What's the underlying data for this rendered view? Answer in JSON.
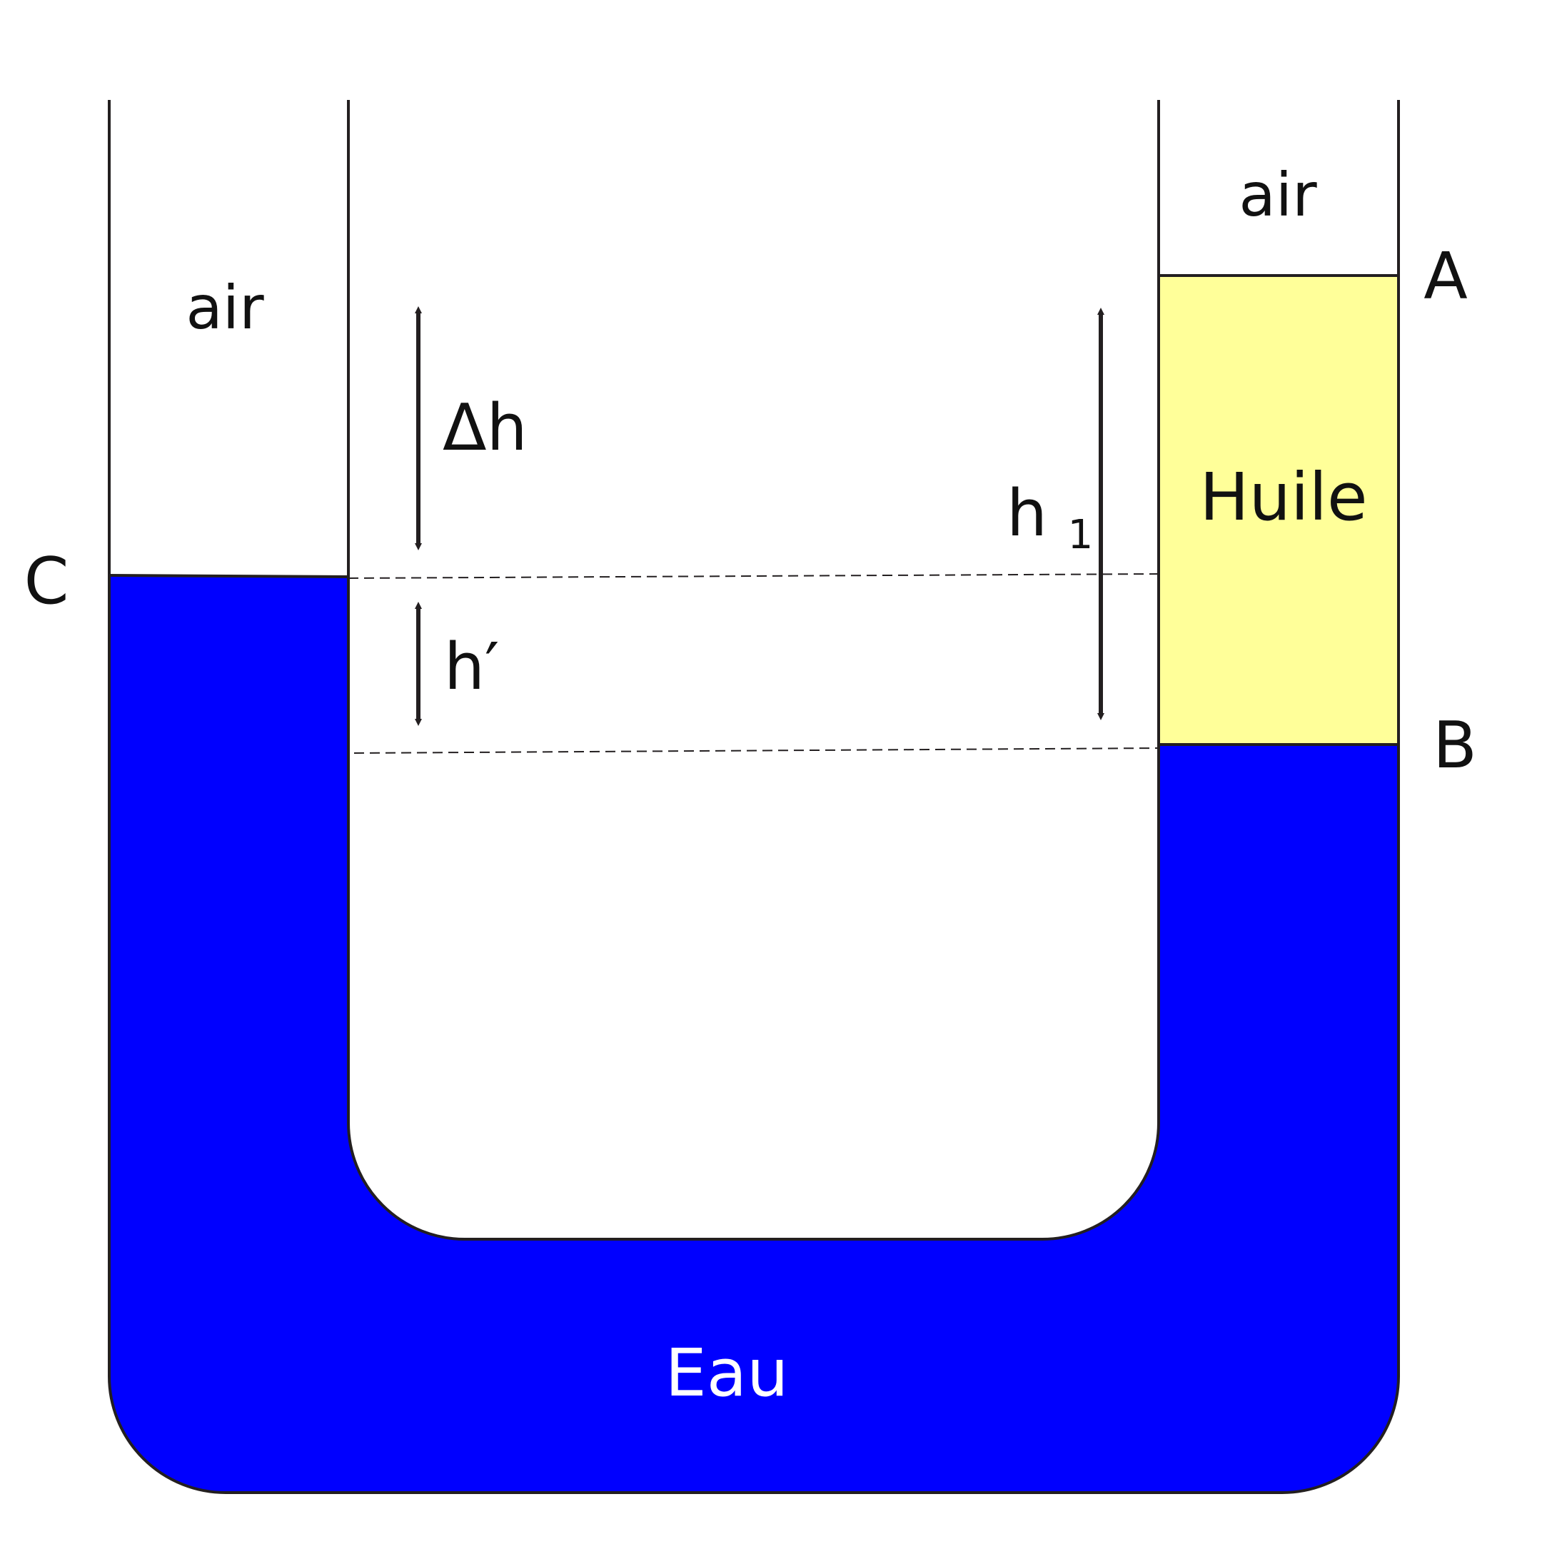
{
  "labels": {
    "air_left": "air",
    "air_right": "air",
    "oil": "Huile",
    "water": "Eau",
    "point_a": "A",
    "point_b": "B",
    "point_c": "C",
    "delta_h": "Δh",
    "h1_main": "h",
    "h1_sub": "1",
    "h_prime": "h′"
  },
  "colors": {
    "water": "#0000ff",
    "oil": "#ffff99",
    "outline": "#231f20",
    "water_label": "#ffffff",
    "background": "#ffffff"
  }
}
